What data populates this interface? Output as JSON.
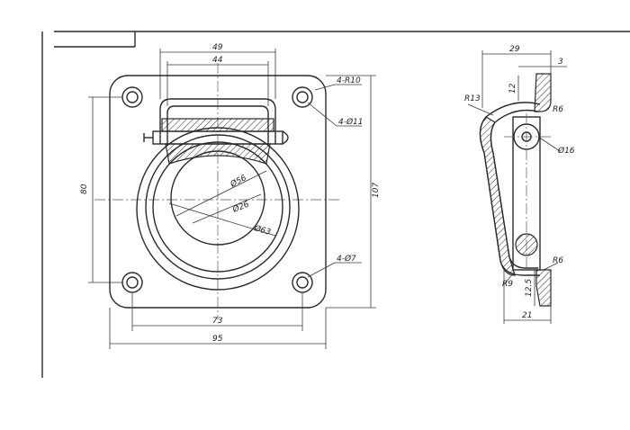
{
  "front_view": {
    "dim_49": "49",
    "dim_44": "44",
    "dim_80": "80",
    "dim_107": "107",
    "dim_73": "73",
    "dim_95": "95",
    "label_corner_radius": "4-R10",
    "label_top_holes": "4-Ø11",
    "label_bottom_holes": "4-Ø7",
    "label_d56": "Ø56",
    "label_d26": "Ø26",
    "label_d63": "Ø63"
  },
  "side_view": {
    "dim_29": "29",
    "dim_3": "3",
    "dim_12": "12",
    "dim_21": "21",
    "dim_12_5": "12.5",
    "label_r13": "R13",
    "label_r6_top": "R6",
    "label_d16": "Ø16",
    "label_r6_bottom": "R6",
    "label_r9": "R9"
  },
  "colors": {
    "line": "#2a2a2a",
    "paper": "#ffffff"
  }
}
